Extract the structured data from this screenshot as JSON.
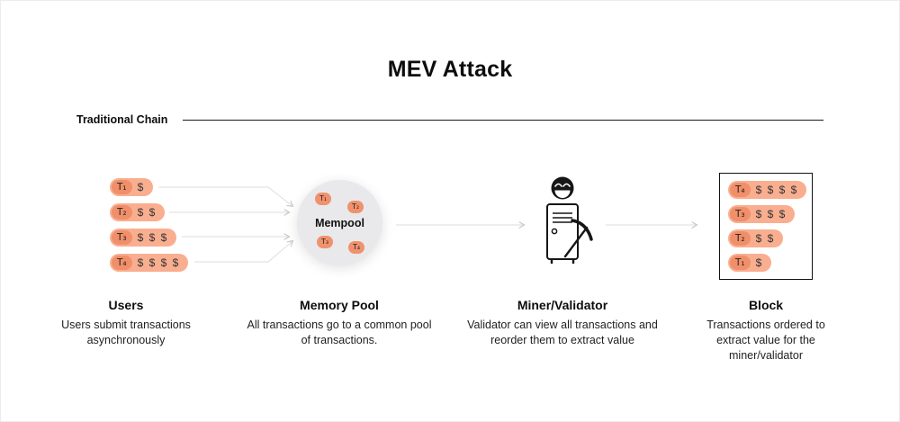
{
  "title": "MEV Attack",
  "section_label": "Traditional Chain",
  "colors": {
    "pill_bg": "#f9ae90",
    "pill_badge_bg": "#f08f69",
    "mempool_circle_bg": "#e9e9eb",
    "arrow": "#d6d6d6",
    "line": "#1a1a1a"
  },
  "users": {
    "heading": "Users",
    "caption": "Users submit transactions asynchronously",
    "transactions": [
      {
        "label": "T₁",
        "dollars": "$"
      },
      {
        "label": "T₂",
        "dollars": "$ $"
      },
      {
        "label": "T₃",
        "dollars": "$ $ $"
      },
      {
        "label": "T₄",
        "dollars": "$ $ $ $"
      }
    ]
  },
  "mempool": {
    "heading": "Memory Pool",
    "caption": "All transactions go to a common pool of transactions.",
    "label": "Mempool",
    "badges": [
      "T₁",
      "T₂",
      "T₃",
      "T₄"
    ]
  },
  "miner": {
    "heading": "Miner/Validator",
    "caption": "Validator can view all transactions and reorder them to extract value"
  },
  "block": {
    "heading": "Block",
    "caption": "Transactions ordered to extract value for the miner/validator",
    "transactions": [
      {
        "label": "T₄",
        "dollars": "$ $ $ $"
      },
      {
        "label": "T₃",
        "dollars": "$ $ $"
      },
      {
        "label": "T₂",
        "dollars": "$ $"
      },
      {
        "label": "T₁",
        "dollars": "$"
      }
    ]
  }
}
